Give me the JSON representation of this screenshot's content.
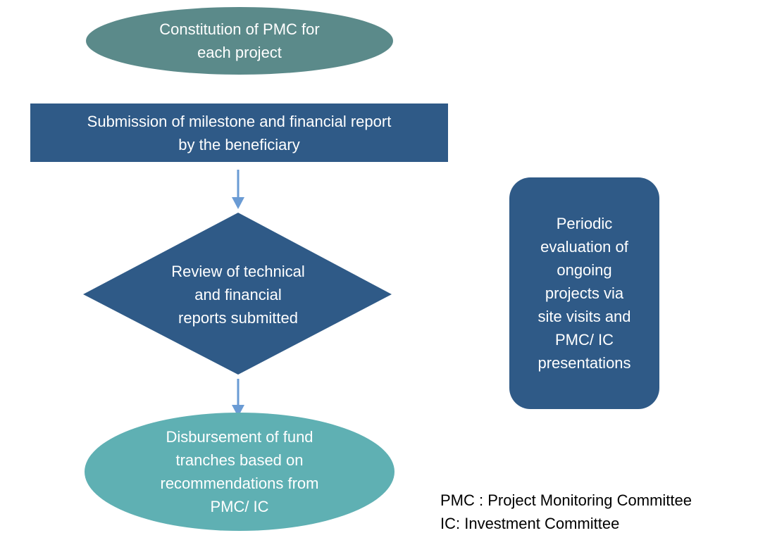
{
  "colors": {
    "start_node": "#5b8a8a",
    "process": "#2f5a87",
    "arrow": "#6a9bd4",
    "end_node": "#5fb0b3"
  },
  "nodes": {
    "start": {
      "line1": "Constitution of PMC for",
      "line2": "each project"
    },
    "submission": {
      "line1": "Submission of milestone and financial report",
      "line2": "by the beneficiary"
    },
    "review": {
      "line1": "Review of technical",
      "line2": "and financial",
      "line3": "reports submitted"
    },
    "disbursement": {
      "line1": "Disbursement of fund",
      "line2": "tranches based on",
      "line3": "recommendations from",
      "line4": "PMC/ IC"
    },
    "evaluation": {
      "line1": "Periodic",
      "line2": "evaluation of",
      "line3": "ongoing",
      "line4": "projects via",
      "line5": "site visits and",
      "line6": "PMC/ IC",
      "line7": "presentations"
    }
  },
  "legend": {
    "pmc": "PMC : Project Monitoring Committee",
    "ic": "IC: Investment Committee"
  }
}
